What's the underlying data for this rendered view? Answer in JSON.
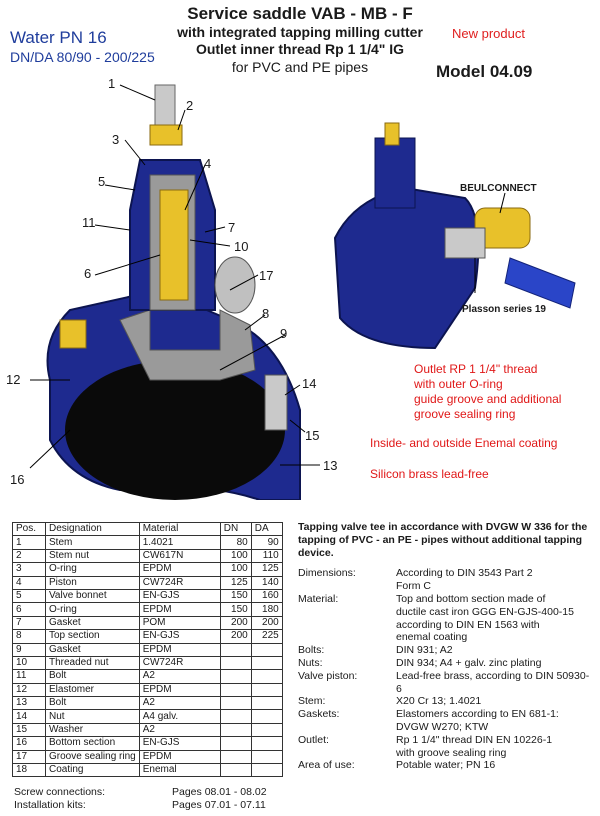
{
  "header": {
    "water": "Water PN 16",
    "size": "DN/DA 80/90 - 200/225",
    "title": "Service saddle VAB - MB - F",
    "subtitle1": "with integrated tapping milling cutter",
    "subtitle2": "Outlet inner thread Rp 1 1/4\" IG",
    "subtitle3": "for PVC and PE pipes",
    "new_product": "New product",
    "model": "Model 04.09"
  },
  "callouts": [
    "1",
    "2",
    "3",
    "4",
    "5",
    "6",
    "7",
    "8",
    "9",
    "10",
    "11",
    "12",
    "13",
    "14",
    "15",
    "16",
    "17"
  ],
  "brands": {
    "beulconnect": "BEULCONNECT",
    "plasson": "Plasson series 19"
  },
  "notes": {
    "outlet": [
      "Outlet RP 1 1/4\" thread",
      "with outer O-ring",
      "guide groove and additional",
      "groove sealing ring"
    ],
    "coating": "Inside- and outside Enemal coating",
    "brass": "Silicon brass lead-free"
  },
  "colors": {
    "body_blue": "#1e2a8f",
    "brass": "#e8c12a",
    "accent_red": "#e01818",
    "title_blue": "#1f3d9c"
  },
  "parts_table": {
    "headers": [
      "Pos.",
      "Designation",
      "Material",
      "DN",
      "DA"
    ],
    "rows": [
      [
        "1",
        "Stem",
        "1.4021",
        "80",
        "90"
      ],
      [
        "2",
        "Stem nut",
        "CW617N",
        "100",
        "110"
      ],
      [
        "3",
        "O-ring",
        "EPDM",
        "100",
        "125"
      ],
      [
        "4",
        "Piston",
        "CW724R",
        "125",
        "140"
      ],
      [
        "5",
        "Valve bonnet",
        "EN-GJS",
        "150",
        "160"
      ],
      [
        "6",
        "O-ring",
        "EPDM",
        "150",
        "180"
      ],
      [
        "7",
        "Gasket",
        "POM",
        "200",
        "200"
      ],
      [
        "8",
        "Top section",
        "EN-GJS",
        "200",
        "225"
      ],
      [
        "9",
        "Gasket",
        "EPDM",
        "",
        ""
      ],
      [
        "10",
        "Threaded nut",
        "CW724R",
        "",
        ""
      ],
      [
        "11",
        "Bolt",
        "A2",
        "",
        ""
      ],
      [
        "12",
        "Elastomer",
        "EPDM",
        "",
        ""
      ],
      [
        "13",
        "Bolt",
        "A2",
        "",
        ""
      ],
      [
        "14",
        "Nut",
        "A4  galv.",
        "",
        ""
      ],
      [
        "15",
        "Washer",
        "A2",
        "",
        ""
      ],
      [
        "16",
        "Bottom section",
        "EN-GJS",
        "",
        ""
      ],
      [
        "17",
        "Groove sealing ring",
        "EPDM",
        "",
        ""
      ],
      [
        "18",
        "Coating",
        "Enemal",
        "",
        ""
      ]
    ]
  },
  "description": {
    "intro": "Tapping valve tee in accordance with DVGW W 336 for the tapping of PVC - an PE - pipes without additional tapping device.",
    "specs": [
      {
        "label": "Dimensions:",
        "lines": [
          "According to DIN 3543 Part 2",
          "Form C"
        ]
      },
      {
        "label": "Material:",
        "lines": [
          "Top and bottom section made of",
          "ductile cast iron GGG  EN-GJS-400-15",
          "according to DIN EN 1563 with",
          "enemal coating"
        ]
      },
      {
        "label": "Bolts:",
        "lines": [
          "DIN 931; A2"
        ]
      },
      {
        "label": "Nuts:",
        "lines": [
          "DIN 934; A4 + galv.  zinc plating"
        ]
      },
      {
        "label": "Valve piston:",
        "lines": [
          "Lead-free brass, according to DIN 50930-6"
        ]
      },
      {
        "label": "Stem:",
        "lines": [
          "X20 Cr 13; 1.4021"
        ]
      },
      {
        "label": "Gaskets:",
        "lines": [
          "Elastomers according to EN 681-1:",
          "DVGW W270;  KTW"
        ]
      },
      {
        "label": "Outlet:",
        "lines": [
          "Rp 1 1/4\" thread DIN EN 10226-1",
          "with groove sealing ring"
        ]
      },
      {
        "label": "Area of use:",
        "lines": [
          "Potable water; PN 16"
        ]
      }
    ]
  },
  "bottom_notes": [
    {
      "label": "Screw connections:",
      "value": "Pages 08.01 - 08.02"
    },
    {
      "label": "Installation kits:",
      "value": "Pages 07.01 - 07.11"
    }
  ]
}
